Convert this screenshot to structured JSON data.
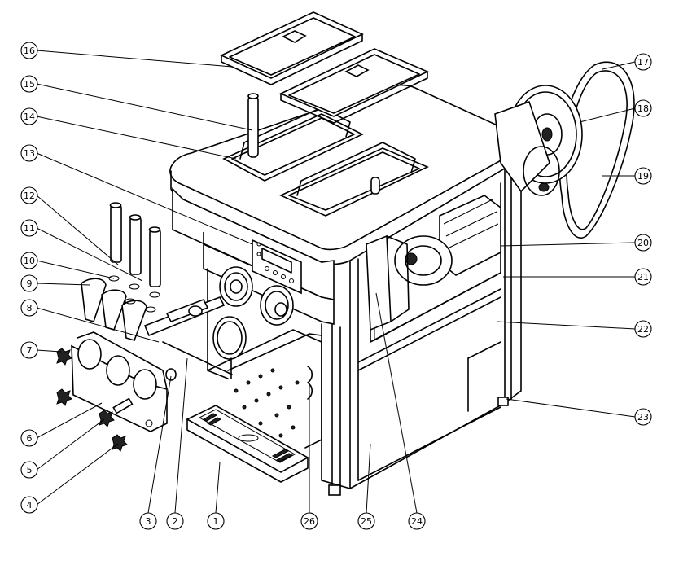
{
  "diagram": {
    "callouts": [
      {
        "label": "1"
      },
      {
        "label": "2"
      },
      {
        "label": "3"
      },
      {
        "label": "4"
      },
      {
        "label": "5"
      },
      {
        "label": "6"
      },
      {
        "label": "7"
      },
      {
        "label": "8"
      },
      {
        "label": "9"
      },
      {
        "label": "10"
      },
      {
        "label": "11"
      },
      {
        "label": "12"
      },
      {
        "label": "13"
      },
      {
        "label": "14"
      },
      {
        "label": "15"
      },
      {
        "label": "16"
      },
      {
        "label": "17"
      },
      {
        "label": "18"
      },
      {
        "label": "19"
      },
      {
        "label": "20"
      },
      {
        "label": "21"
      },
      {
        "label": "22"
      },
      {
        "label": "23"
      },
      {
        "label": "24"
      },
      {
        "label": "25"
      },
      {
        "label": "26"
      }
    ]
  }
}
